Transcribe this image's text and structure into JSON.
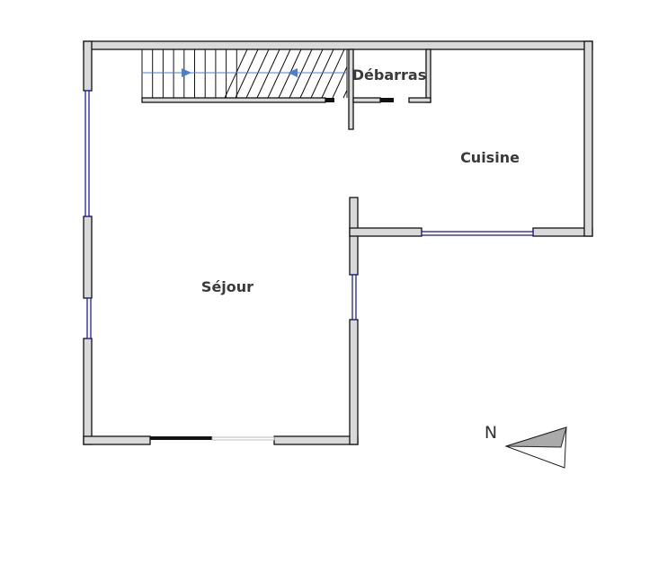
{
  "rooms": {
    "sejour": "Séjour",
    "cuisine": "Cuisine",
    "debarras": "Débarras"
  },
  "compass": {
    "label": "N"
  },
  "colors": {
    "wall_fill": "#d9d9d9",
    "wall_stroke": "#111111",
    "window": "#1d1da8",
    "stair_arrow": "#4a7fd6"
  }
}
